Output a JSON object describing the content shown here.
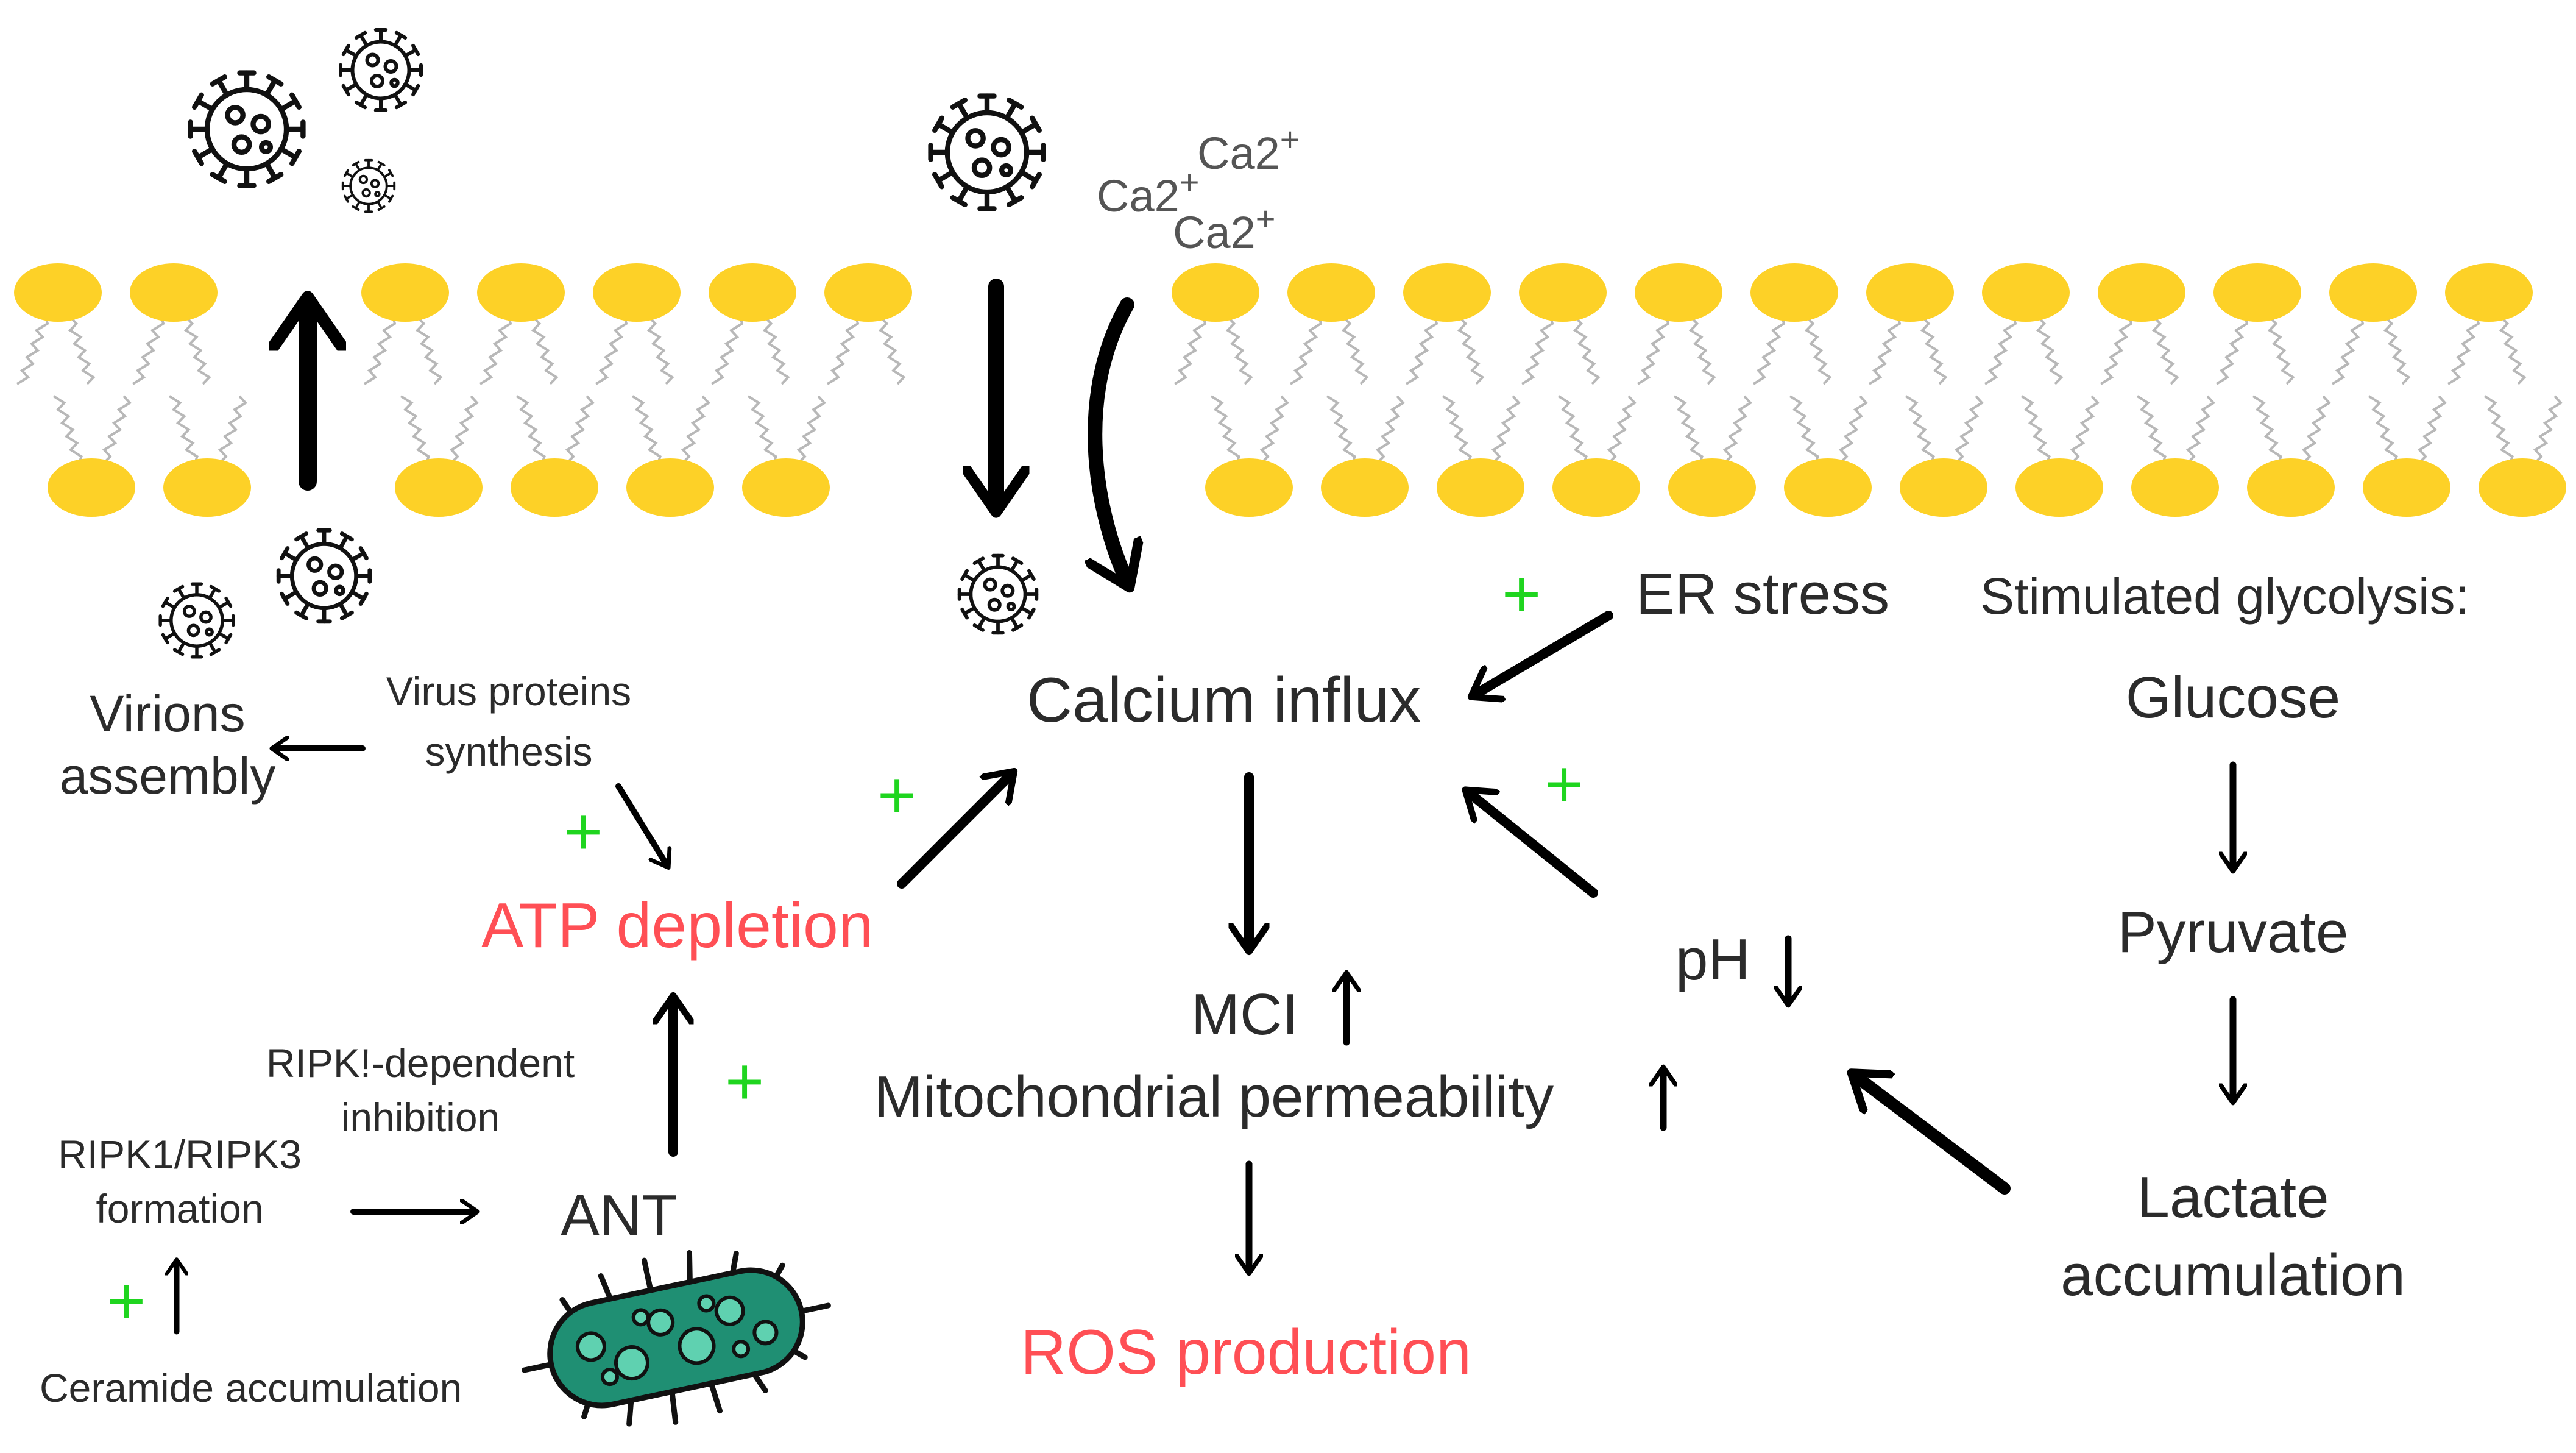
{
  "labels": {
    "ca_top": "Ca2",
    "ca_sup": "+",
    "ca_left": "Ca2",
    "ca_bottom": "Ca2",
    "er_stress": "ER stress",
    "stimulated_glycolysis": "Stimulated glycolysis:",
    "glucose": "Glucose",
    "pyruvate": "Pyruvate",
    "lactate_line1": "Lactate",
    "lactate_line2": "accumulation",
    "calcium_influx": "Calcium influx",
    "virions_line1": "Virions",
    "virions_line2": "assembly",
    "virus_proteins_line1": "Virus proteins",
    "virus_proteins_line2": "synthesis",
    "atp_depletion": "ATP depletion",
    "ripk_inhibition_line1": "RIPK!-dependent",
    "ripk_inhibition_line2": "inhibition",
    "ripk_formation_line1": "RIPK1/RIPK3",
    "ripk_formation_line2": "formation",
    "ceramide": "Ceramide accumulation",
    "ant": "ANT",
    "mci": "MCI",
    "mito_perm": "Mitochondrial permeability",
    "ros": "ROS production",
    "ph": "pH",
    "plus_sign": "+"
  },
  "colors": {
    "text": "#2b2b2b",
    "highlight": "#ff4f55",
    "plus": "#1fd51f",
    "lipid_head": "#fdd127",
    "lipid_tail": "#b8b8b8",
    "bacterium": "#1f8f73",
    "arrow": "#000000"
  },
  "icons": [
    "virus-icon",
    "bacterium-icon",
    "lipid-bilayer",
    "arrow-icon"
  ]
}
